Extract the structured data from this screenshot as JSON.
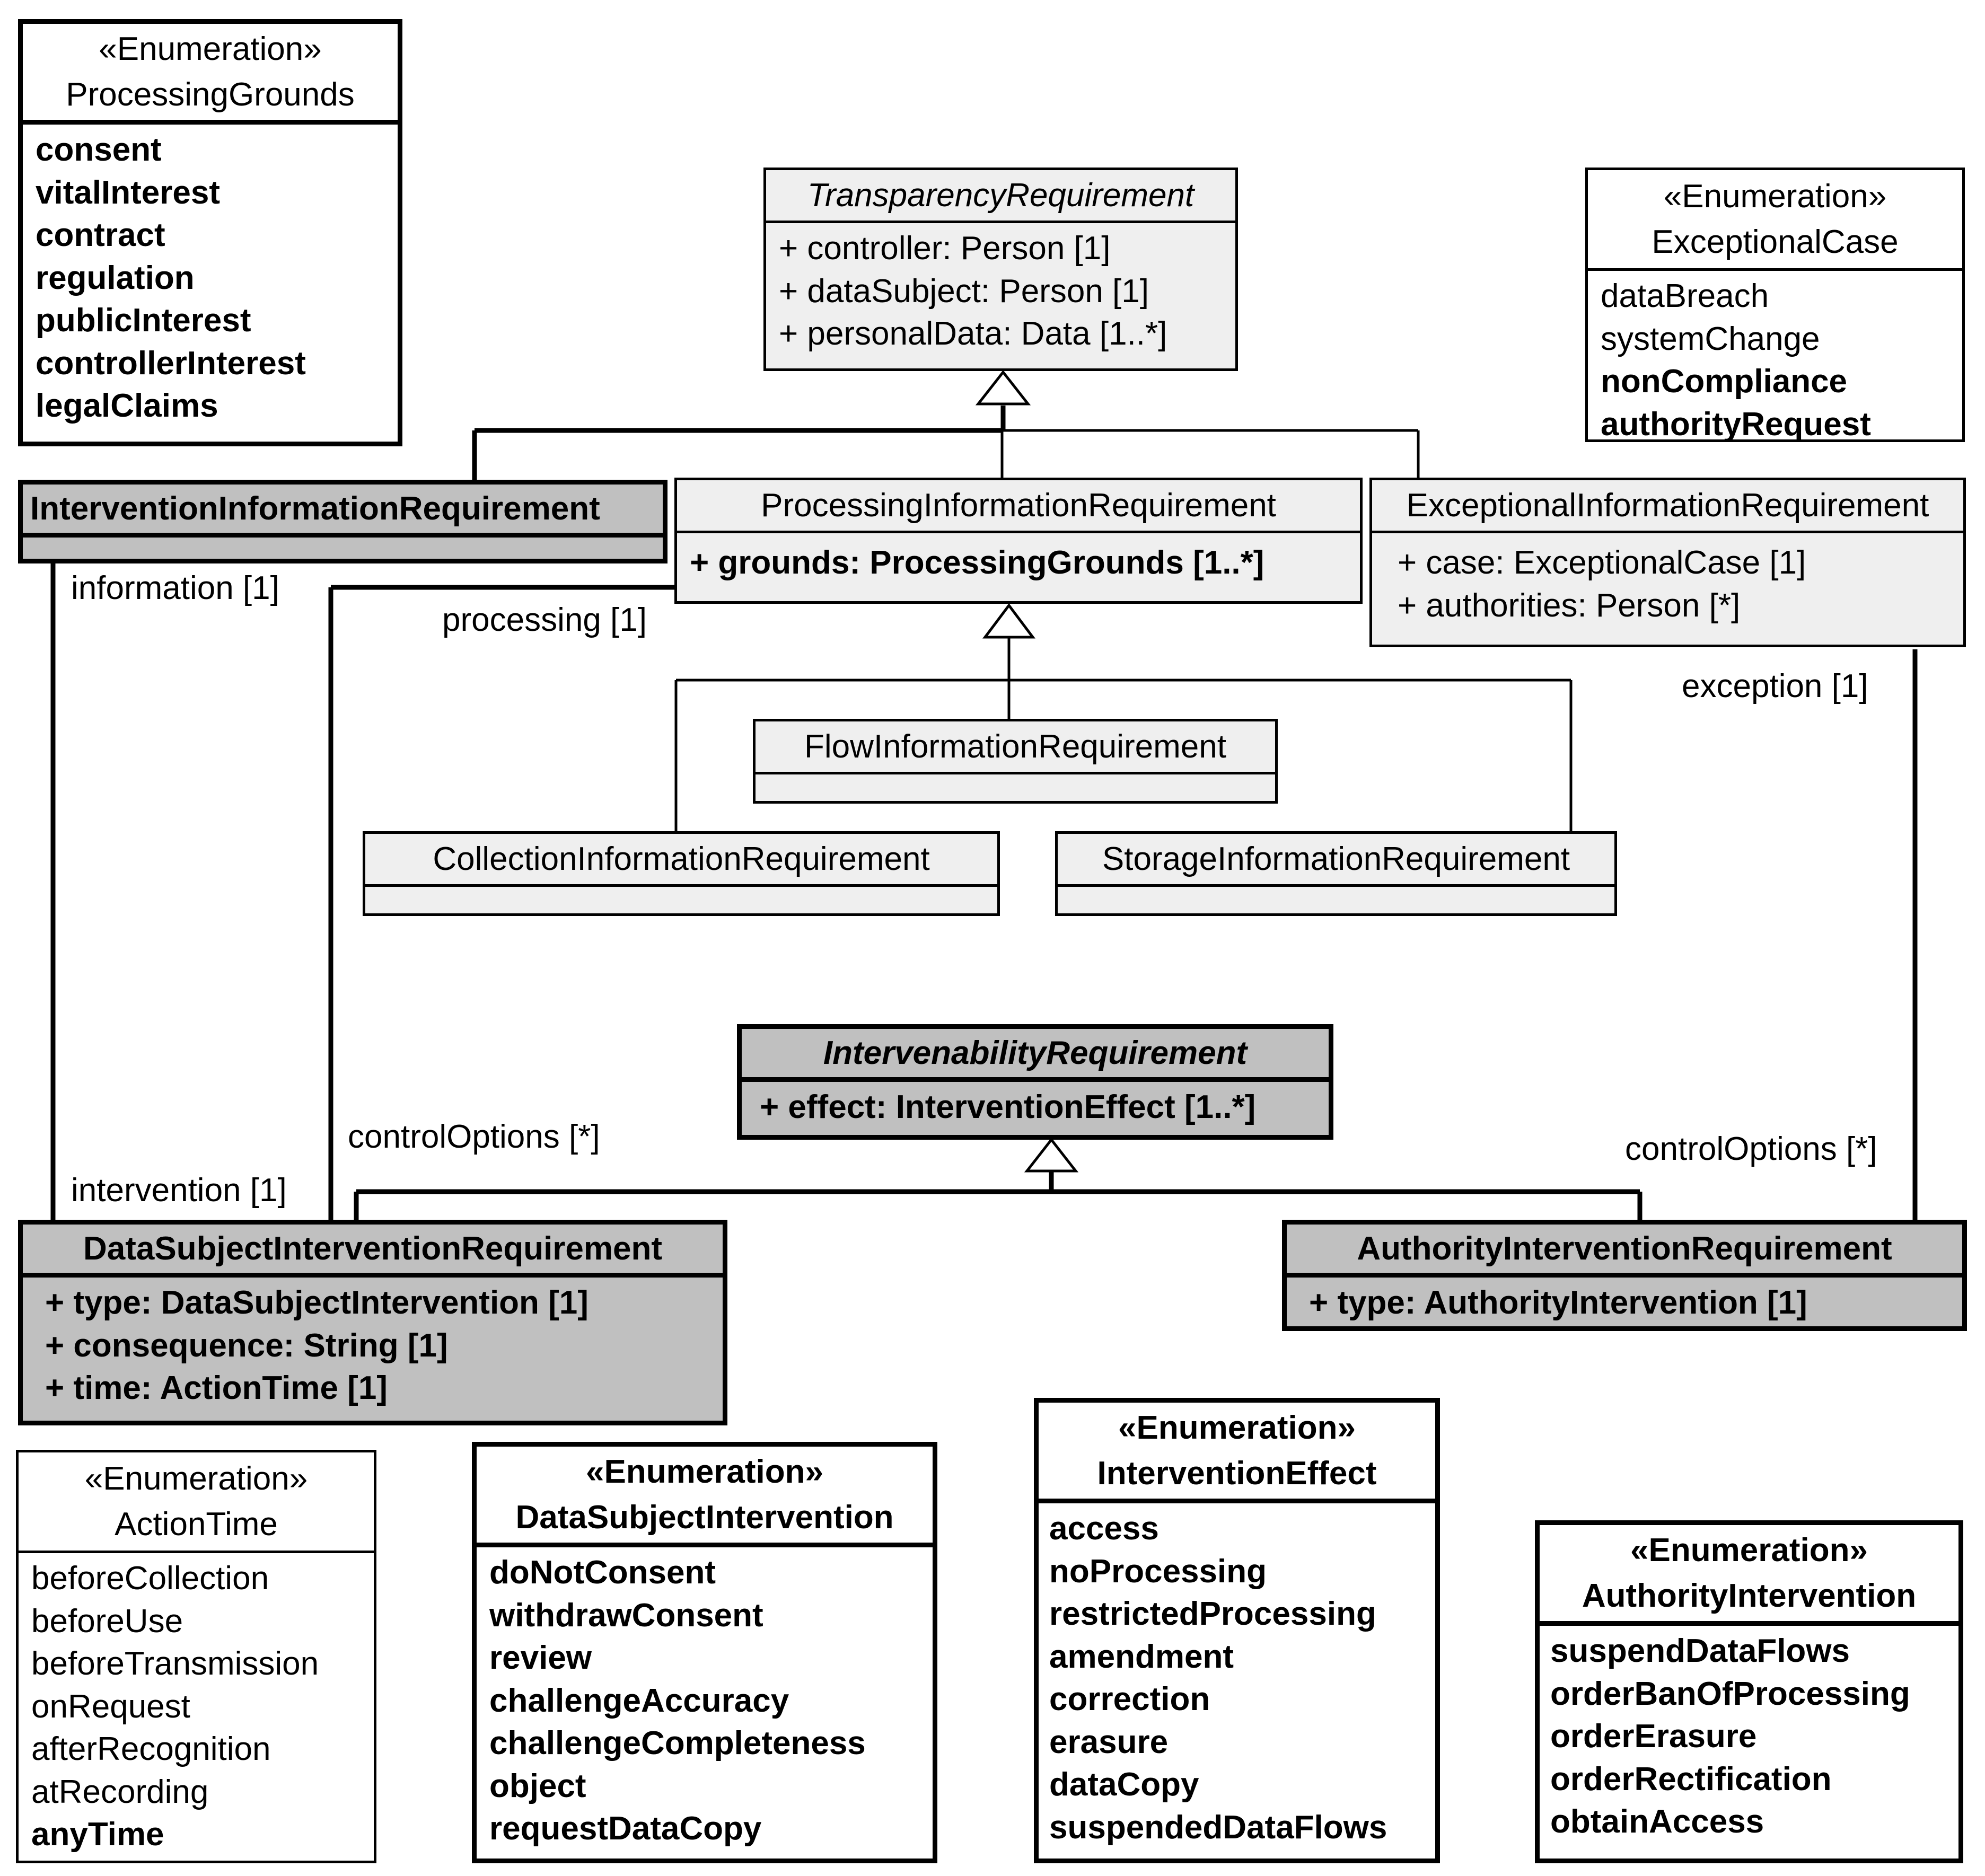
{
  "classes": {
    "transparency": {
      "name": "TransparencyRequirement",
      "attributes": [
        "+ controller: Person [1]",
        "+ dataSubject: Person [1]",
        "+ personalData: Data [1..*]"
      ]
    },
    "intervention_info": {
      "name": "InterventionInformationRequirement"
    },
    "processing_info": {
      "name": "ProcessingInformationRequirement",
      "attributes": [
        "+ grounds: ProcessingGrounds [1..*]"
      ]
    },
    "exceptional_info": {
      "name": "ExceptionalInformationRequirement",
      "attributes": [
        "+ case: ExceptionalCase [1]",
        "+ authorities: Person [*]"
      ]
    },
    "flow_info": {
      "name": "FlowInformationRequirement"
    },
    "collection_info": {
      "name": "CollectionInformationRequirement"
    },
    "storage_info": {
      "name": "StorageInformationRequirement"
    },
    "intervenability": {
      "name": "IntervenabilityRequirement",
      "attributes": [
        "+ effect: InterventionEffect [1..*]"
      ]
    },
    "data_subject_intervention_req": {
      "name": "DataSubjectInterventionRequirement",
      "attributes": [
        "+ type: DataSubjectIntervention [1]",
        "+ consequence: String [1]",
        "+ time: ActionTime [1]"
      ]
    },
    "authority_intervention_req": {
      "name": "AuthorityInterventionRequirement",
      "attributes": [
        "+ type: AuthorityIntervention [1]"
      ]
    }
  },
  "enumerations": {
    "processing_grounds": {
      "stereotype": "«Enumeration»",
      "name": "ProcessingGrounds",
      "literals": [
        "consent",
        "vitalInterest",
        "contract",
        "regulation",
        "publicInterest",
        "controllerInterest",
        "legalClaims"
      ]
    },
    "exceptional_case": {
      "stereotype": "«Enumeration»",
      "name": "ExceptionalCase",
      "literals": [
        "dataBreach",
        "systemChange",
        "nonCompliance",
        "authorityRequest"
      ]
    },
    "action_time": {
      "stereotype": "«Enumeration»",
      "name": "ActionTime",
      "literals": [
        "beforeCollection",
        "beforeUse",
        "beforeTransmission",
        "onRequest",
        "afterRecognition",
        "atRecording",
        "anyTime"
      ]
    },
    "data_subject_intervention": {
      "stereotype": "«Enumeration»",
      "name": "DataSubjectIntervention",
      "literals": [
        "doNotConsent",
        "withdrawConsent",
        "review",
        "challengeAccuracy",
        "challengeCompleteness",
        "object",
        "requestDataCopy"
      ]
    },
    "intervention_effect": {
      "stereotype": "«Enumeration»",
      "name": "InterventionEffect",
      "literals": [
        "access",
        "noProcessing",
        "restrictedProcessing",
        "amendment",
        "correction",
        "erasure",
        "dataCopy",
        "suspendedDataFlows"
      ]
    },
    "authority_intervention": {
      "stereotype": "«Enumeration»",
      "name": "AuthorityIntervention",
      "literals": [
        "suspendDataFlows",
        "orderBanOfProcessing",
        "orderErasure",
        "orderRectification",
        "obtainAccess"
      ]
    }
  },
  "association_labels": {
    "information": "information [1]",
    "intervention": "intervention [1]",
    "processing": "processing [1]",
    "control_options_left": "controlOptions [*]",
    "exception": "exception [1]",
    "control_options_right": "controlOptions [*]"
  }
}
